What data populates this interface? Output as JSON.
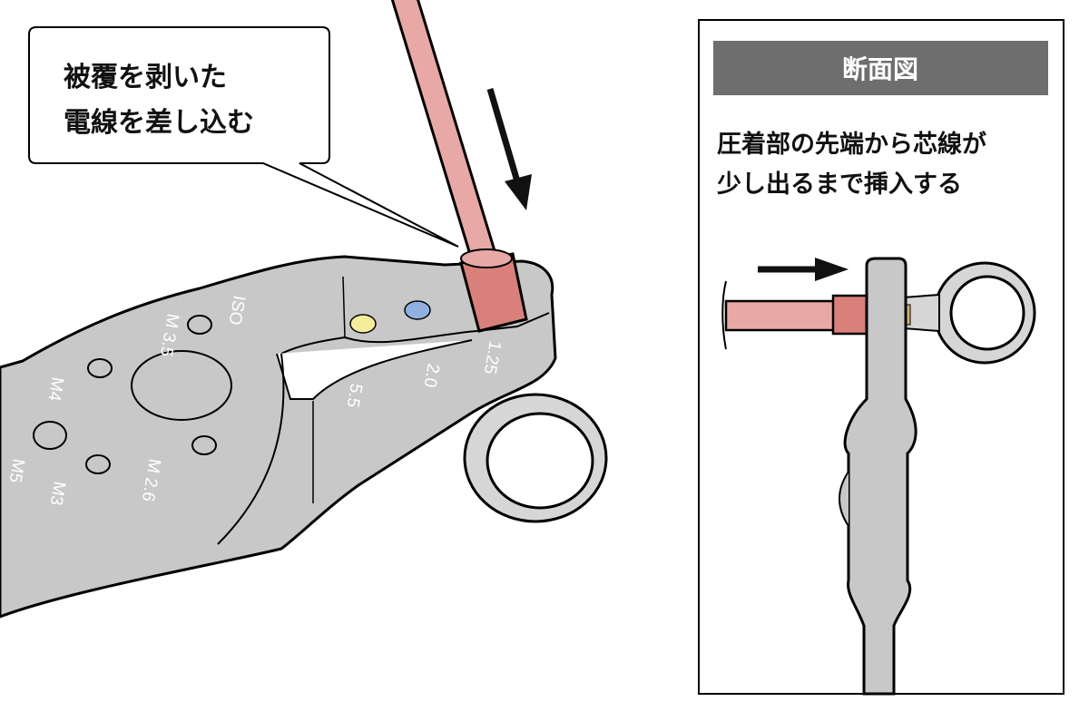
{
  "callout": {
    "line1": "被覆を剥いた",
    "line2": "電線を差し込む"
  },
  "tool_labels": {
    "iso": "ISO",
    "m35": "M 3.5",
    "m4": "M4",
    "m5": "M5",
    "m3": "M3",
    "m26": "M 2.6",
    "s125": "1.25",
    "s20": "2.0",
    "s55": "5.5"
  },
  "panel": {
    "title": "断面図",
    "line1": "圧着部の先端から芯線が",
    "line2": "少し出るまで挿入する"
  },
  "colors": {
    "tool": "#c8c8c8",
    "wire": "#e8a9a6",
    "sleeve": "#d9807a",
    "header": "#6e6e6e",
    "yellow": "#f4ee9a",
    "blue": "#8fb0e0"
  }
}
